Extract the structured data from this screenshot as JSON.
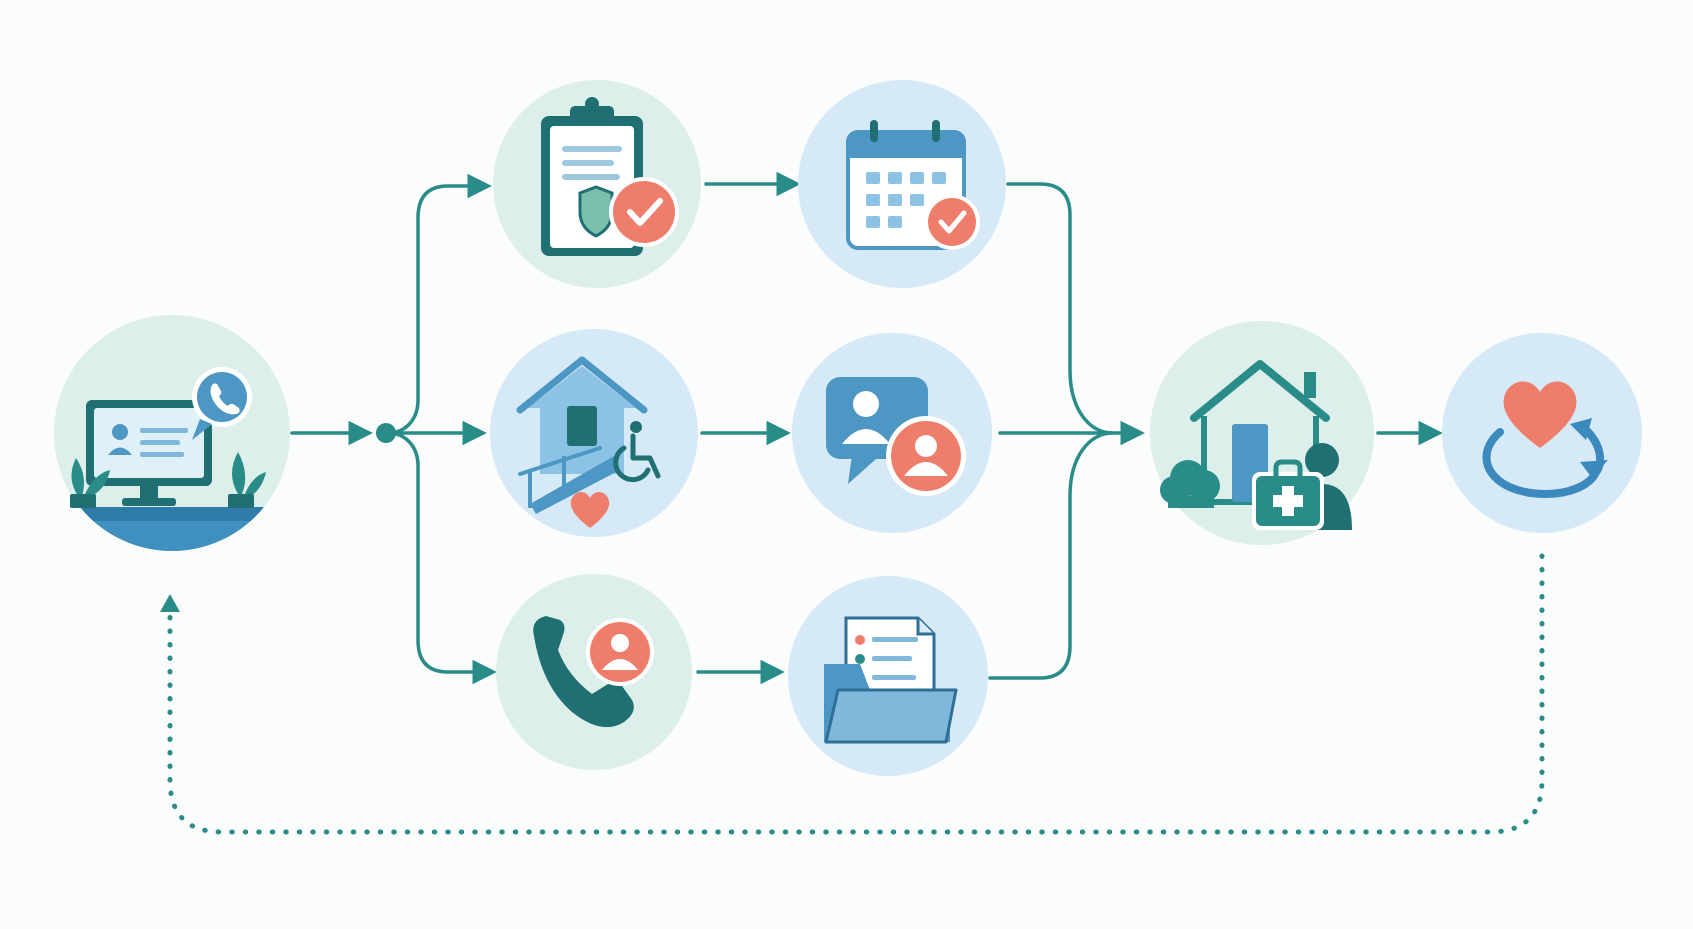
{
  "colors": {
    "teal": "#2a8c88",
    "dark_teal": "#1f6f73",
    "blue": "#4d97c4",
    "light_blue": "#8cc2e4",
    "coral": "#ee7e6b",
    "node_green": "#dcefea",
    "node_blue": "#d6e9f7"
  },
  "nodes": [
    {
      "id": "contact-desk",
      "icons": [
        "computer-icon",
        "phone-bubble-icon",
        "plant-icon"
      ]
    },
    {
      "id": "eligibility-check",
      "icons": [
        "clipboard-icon",
        "shield-icon",
        "check-icon"
      ]
    },
    {
      "id": "home-accessibility",
      "icons": [
        "house-icon",
        "ramp-icon",
        "wheelchair-icon",
        "heart-icon"
      ]
    },
    {
      "id": "phone-contact",
      "icons": [
        "phone-icon",
        "person-icon"
      ]
    },
    {
      "id": "scheduling",
      "icons": [
        "calendar-icon",
        "check-icon"
      ]
    },
    {
      "id": "consultation",
      "icons": [
        "chat-bubble-icon",
        "person-icon"
      ]
    },
    {
      "id": "documents",
      "icons": [
        "folder-icon",
        "document-icon"
      ]
    },
    {
      "id": "home-care",
      "icons": [
        "house-icon",
        "tree-icon",
        "medical-kit-icon",
        "person-icon"
      ]
    },
    {
      "id": "ongoing-care",
      "icons": [
        "heart-icon",
        "cycle-arrows-icon"
      ]
    }
  ],
  "connections": [
    [
      "contact-desk",
      "branch-point"
    ],
    [
      "branch-point",
      "eligibility-check"
    ],
    [
      "branch-point",
      "home-accessibility"
    ],
    [
      "branch-point",
      "phone-contact"
    ],
    [
      "eligibility-check",
      "scheduling"
    ],
    [
      "home-accessibility",
      "consultation"
    ],
    [
      "phone-contact",
      "documents"
    ],
    [
      "scheduling",
      "home-care"
    ],
    [
      "consultation",
      "home-care"
    ],
    [
      "documents",
      "home-care"
    ],
    [
      "home-care",
      "ongoing-care"
    ]
  ],
  "feedback_loop": {
    "from": "ongoing-care",
    "to": "contact-desk",
    "style": "dotted"
  }
}
